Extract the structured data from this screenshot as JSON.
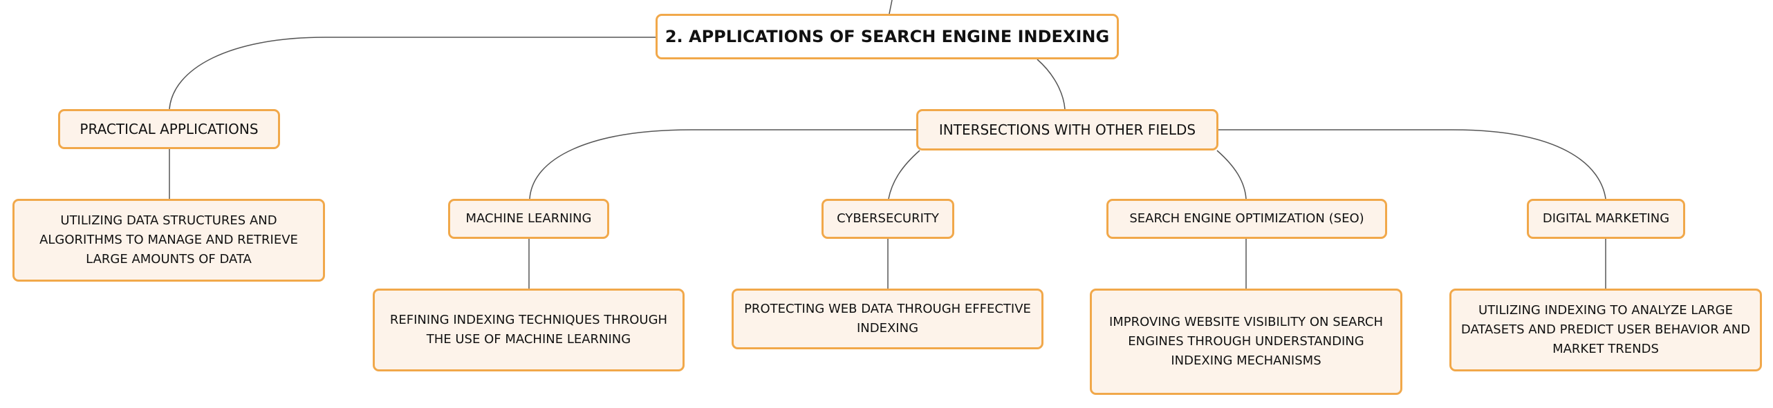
{
  "diagram": {
    "root": {
      "label": "2. APPLICATIONS OF SEARCH ENGINE INDEXING"
    },
    "practical": {
      "label": "PRACTICAL APPLICATIONS",
      "detail": "UTILIZING DATA STRUCTURES AND ALGORITHMS TO MANAGE AND RETRIEVE LARGE AMOUNTS OF DATA"
    },
    "intersections": {
      "label": "INTERSECTIONS WITH OTHER FIELDS",
      "machine_learning": {
        "label": "MACHINE LEARNING",
        "detail": "REFINING INDEXING TECHNIQUES THROUGH THE USE OF MACHINE LEARNING"
      },
      "cybersecurity": {
        "label": "CYBERSECURITY",
        "detail": "PROTECTING WEB DATA THROUGH EFFECTIVE INDEXING"
      },
      "seo": {
        "label": "SEARCH ENGINE OPTIMIZATION (SEO)",
        "detail": "IMPROVING WEBSITE VISIBILITY ON SEARCH ENGINES THROUGH UNDERSTANDING INDEXING MECHANISMS"
      },
      "digital_marketing": {
        "label": "DIGITAL MARKETING",
        "detail": "UTILIZING INDEXING TO ANALYZE LARGE DATASETS AND PREDICT USER BEHAVIOR AND MARKET TRENDS"
      }
    }
  },
  "colors": {
    "node_border": "#f1a84a",
    "node_fill": "#fdf3ea",
    "connector": "#555555"
  }
}
